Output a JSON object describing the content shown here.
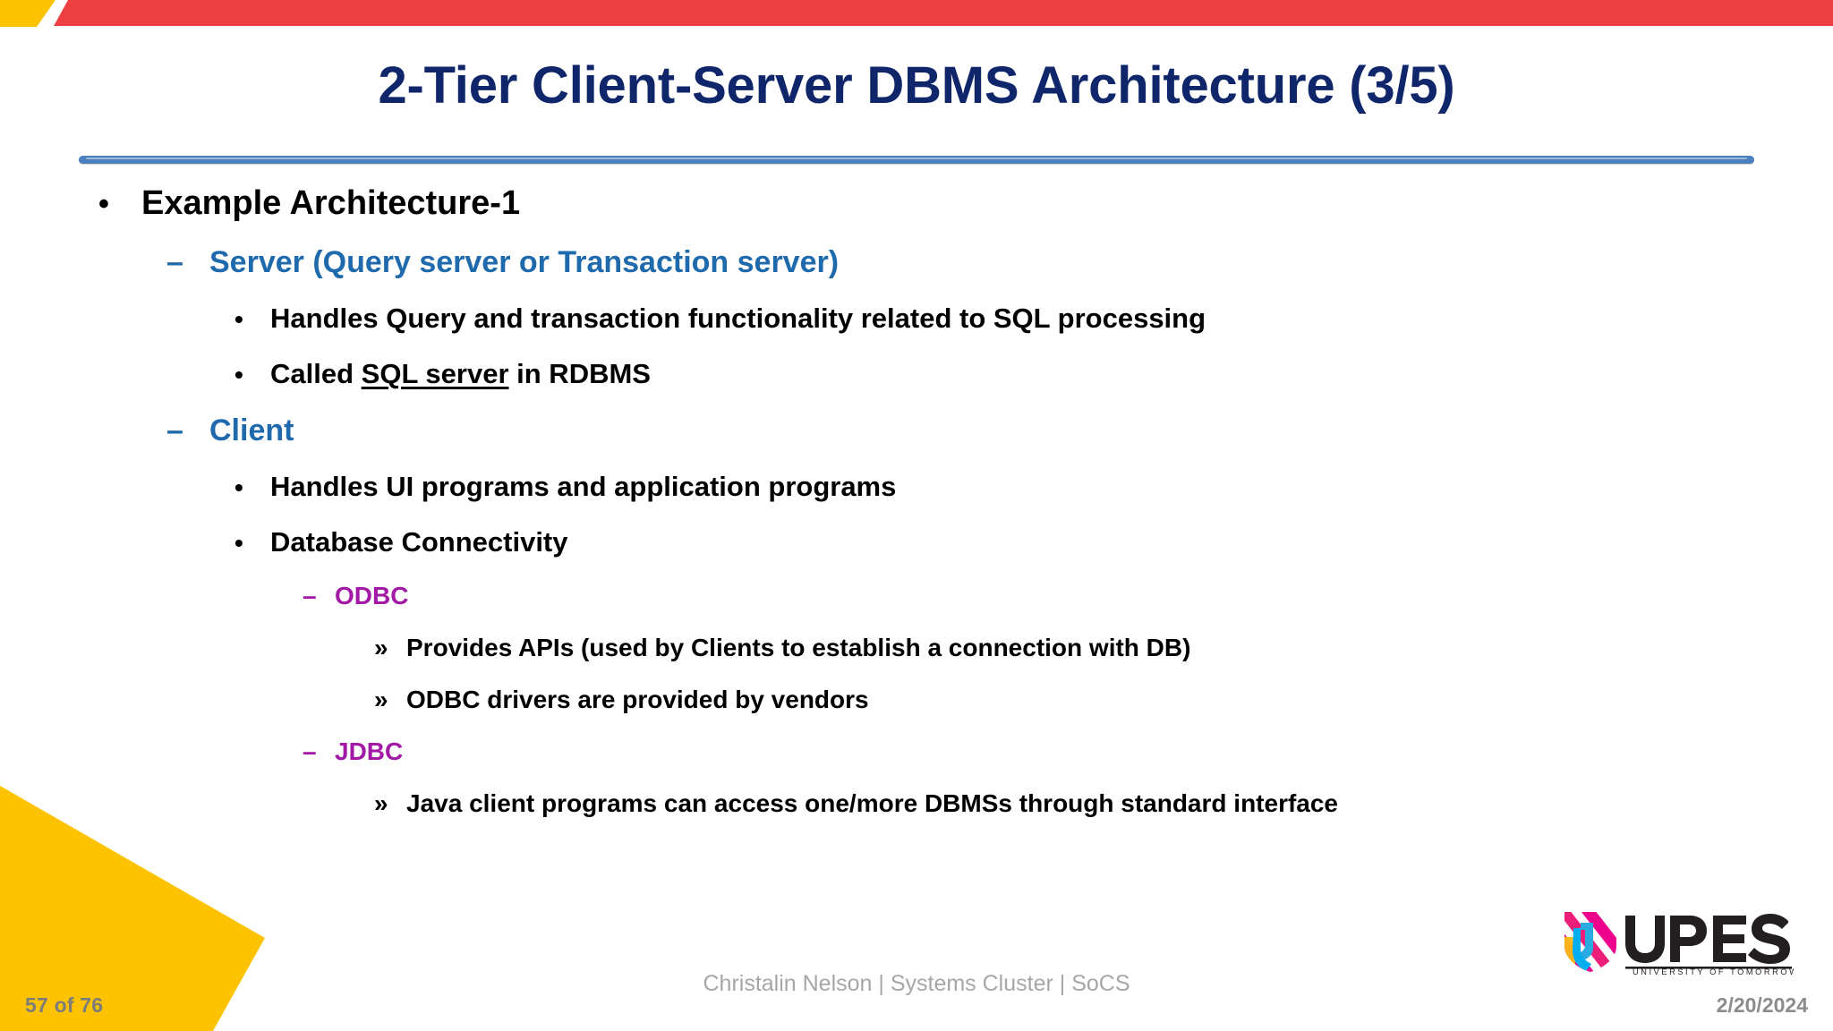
{
  "slide": {
    "title": "2-Tier Client-Server DBMS Architecture (3/5)",
    "title_color": "#10266B",
    "accent_rule_color": "#4B7FBE",
    "banner": {
      "yellow_color": "#FDC300",
      "red_color": "#EE4042",
      "yellow_shape_name": "yellow-trapezoid",
      "red_shape_name": "red-banner-bar"
    },
    "outline": [
      {
        "level": 1,
        "bullet": "•",
        "text": "Example Architecture-1",
        "color": "#000000"
      },
      {
        "level": 2,
        "bullet": "–",
        "text": "Server (Query server or Transaction server)",
        "color": "#1F6AAC"
      },
      {
        "level": 3,
        "bullet": "•",
        "text": "Handles Query and transaction functionality related to SQL processing",
        "color": "#000000"
      },
      {
        "level": 3,
        "bullet": "•",
        "text_before": "Called ",
        "text_underlined": "SQL server",
        "text_after": " in RDBMS",
        "color": "#000000"
      },
      {
        "level": 2,
        "bullet": "–",
        "text": "Client",
        "color": "#1F6AAC"
      },
      {
        "level": 3,
        "bullet": "•",
        "text": "Handles UI programs and application programs",
        "color": "#000000"
      },
      {
        "level": 3,
        "bullet": "•",
        "text": "Database Connectivity",
        "color": "#000000"
      },
      {
        "level": 4,
        "bullet": "–",
        "text": "ODBC",
        "color": "#A219A6"
      },
      {
        "level": 5,
        "bullet": "»",
        "text": "Provides APIs (used by Clients to establish a connection with DB)",
        "color": "#000000"
      },
      {
        "level": 5,
        "bullet": "»",
        "text": "ODBC drivers are provided by vendors",
        "color": "#000000"
      },
      {
        "level": 4,
        "bullet": "–",
        "text": "JDBC",
        "color": "#A219A6"
      },
      {
        "level": 5,
        "bullet": "»",
        "text": "Java client programs can access one/more DBMSs through standard interface",
        "color": "#000000"
      }
    ]
  },
  "footer": {
    "page_number": "57 of 76",
    "credit": "Christalin Nelson | Systems Cluster | SoCS",
    "date": "2/20/2024",
    "yellow_arrow_color": "#FDC300"
  },
  "logo": {
    "wordmark": "UPES",
    "tagline": "UNIVERSITY OF TOMORROW",
    "emblem_colors": [
      "#29ABE2",
      "#EC008C",
      "#FDB913",
      "#ED1E79",
      "#00AEEF"
    ],
    "wordmark_color": "#231F20"
  }
}
